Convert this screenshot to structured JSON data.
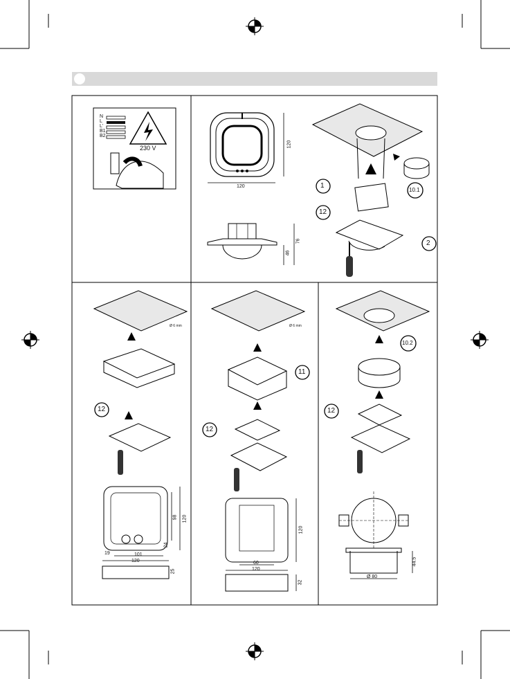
{
  "header": {
    "band_color": "#d9d9d9",
    "badge_color": "#ffffff"
  },
  "wire_labels": [
    "N",
    "L",
    "L'",
    "B1",
    "B2"
  ],
  "voltage": "230 V",
  "front_view": {
    "width": "120",
    "height": "120"
  },
  "side_view": {
    "height_outer": "76",
    "height_inner": "46"
  },
  "callouts": {
    "c1": "1",
    "c2": "2",
    "c10_1": "10.1",
    "c10_2": "10.2",
    "c11": "11",
    "c12": "12"
  },
  "drill_note": "Ø 6 mm",
  "surface_box_dims": {
    "width": "120",
    "height": "120",
    "inner_width": "101",
    "inner_height": "98",
    "side_offset": "19",
    "corner": "24",
    "depth": "25"
  },
  "frame_dims": {
    "width": "120",
    "height": "120",
    "inner_width": "60",
    "depth": "32"
  },
  "flush_box_dims": {
    "diameter": "Ø 80",
    "depth": "44.5"
  }
}
